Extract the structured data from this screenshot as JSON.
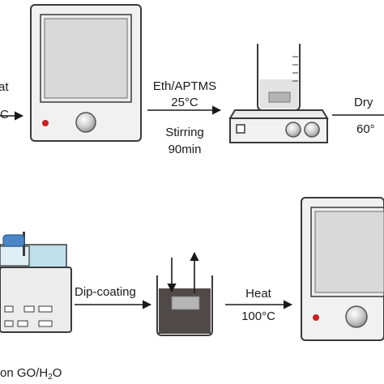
{
  "step_labels": {
    "first_arrow_line1": "at",
    "first_arrow_line2": "C",
    "silane_top_line1": "Eth/APTMS",
    "silane_top_line2": "25°C",
    "silane_bottom_line1": "Stirring",
    "silane_bottom_line2": "90min",
    "dry_label": "Dry",
    "dry_temp": "60°",
    "dip_label": "Dip-coating",
    "heat_label": "Heat",
    "heat_temp": "100°C",
    "go_prefix": "on GO/H",
    "go_sub": "2",
    "go_suffix": "O"
  },
  "colors": {
    "oven_body": "#f1f1f1",
    "oven_window": "#d9d9d9",
    "indicator_red": "#cc1f1f",
    "outline": "#3a3a3a",
    "dark_solution": "#4f4a48",
    "light_solution": "#e2e2e2",
    "sample": "#b5b5b5",
    "bath_liquid": "#bfe0ea",
    "blue_part": "#4a86c6"
  },
  "icons": [
    "oven-icon",
    "hotplate-stirrer-icon",
    "beaker-icon",
    "ultrasonic-bath-icon",
    "arrow-right-icon",
    "arrow-up-icon",
    "arrow-down-icon"
  ]
}
